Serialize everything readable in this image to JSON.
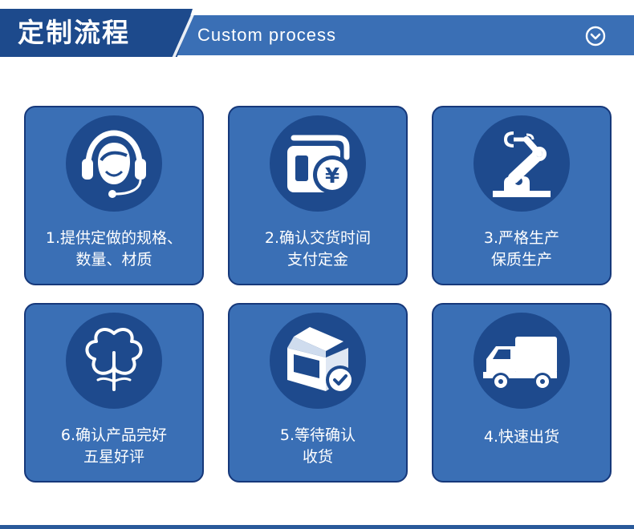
{
  "header": {
    "title": "定制流程",
    "subtitle": "Custom process",
    "icon": "chevron-down-circle-icon"
  },
  "colors": {
    "card_bg": "#3a6fb5",
    "icon_circle": "#1e4a8d",
    "header_dark": "#1d4a8c",
    "header_bar": "#3a6fb5"
  },
  "steps": [
    {
      "line1": "1.提供定做的规格、",
      "line2": "数量、材质",
      "icon": "customer-service-headset-icon"
    },
    {
      "line1": "2.确认交货时间",
      "line2": "支付定金",
      "icon": "yuan-payment-card-icon"
    },
    {
      "line1": "3.严格生产",
      "line2": "保质生产",
      "icon": "robot-arm-icon"
    },
    {
      "line1": "4.快速出货",
      "line2": "",
      "icon": "delivery-truck-icon"
    },
    {
      "line1": "5.等待确认",
      "line2": "收货",
      "icon": "package-check-icon"
    },
    {
      "line1": "6.确认产品完好",
      "line2": "五星好评",
      "icon": "flower-icon"
    }
  ]
}
